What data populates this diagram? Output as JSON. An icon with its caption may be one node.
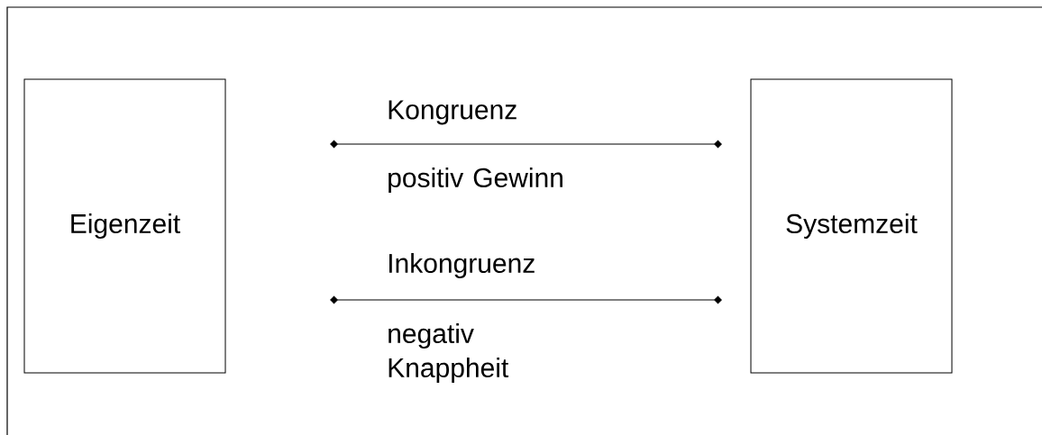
{
  "diagram": {
    "nodes": [
      {
        "text": [
          "Eigenzeit"
        ]
      },
      {
        "text": [
          "Systemzeit"
        ]
      }
    ],
    "labels": [
      "Kongruenz",
      "positiv Gewinn",
      "Inkongruenz",
      "negativ Knappheit"
    ]
  }
}
